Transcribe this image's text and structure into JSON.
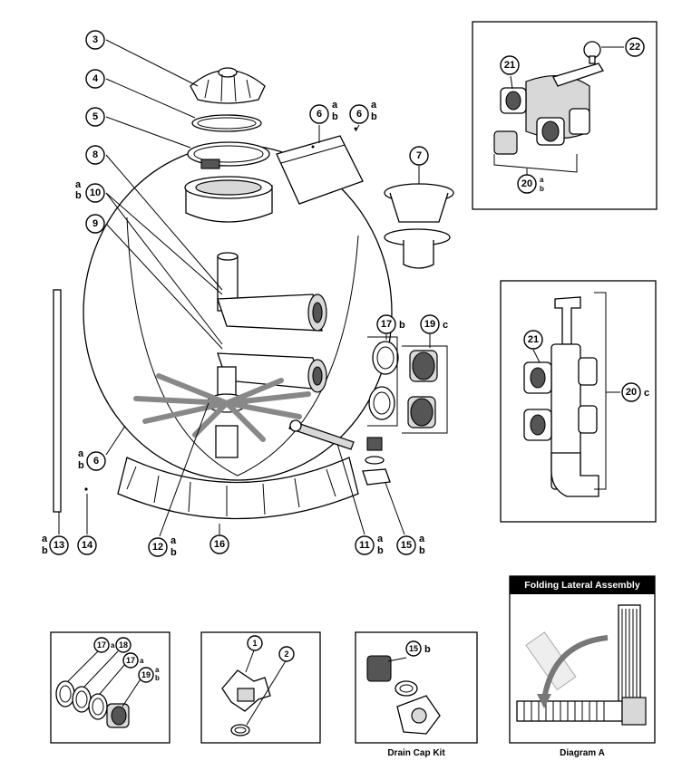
{
  "callouts": {
    "c1": "1",
    "c2": "2",
    "c3": "3",
    "c4": "4",
    "c5": "5",
    "c6": "6",
    "c7": "7",
    "c8": "8",
    "c9": "9",
    "c10": "10",
    "c11": "11",
    "c12": "12",
    "c13": "13",
    "c14": "14",
    "c15": "15",
    "c16": "16",
    "c17": "17",
    "c18": "18",
    "c19": "19",
    "c20": "20",
    "c21": "21",
    "c22": "22"
  },
  "suffix": {
    "a": "a",
    "b": "b",
    "c": "c"
  },
  "insets": {
    "folding_header": "Folding Lateral Assembly",
    "drain_caption": "Drain Cap Kit",
    "diagram_caption": "Diagram A"
  }
}
